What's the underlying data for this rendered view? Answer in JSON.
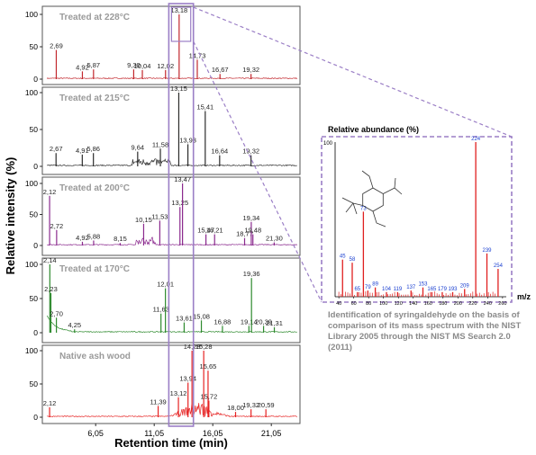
{
  "chart_data": [
    {
      "type": "line",
      "xlabel": "Retention time (min)",
      "ylabel": "Relative intensity (%)",
      "xlim": [
        1.5,
        23.5
      ],
      "x_ticks": [
        "6,05",
        "11,05",
        "16,05",
        "21,05"
      ],
      "x_tick_values": [
        6.05,
        11.05,
        16.05,
        21.05
      ],
      "ylim": [
        0,
        100
      ],
      "y_ticks": [
        "0",
        "50",
        "100"
      ],
      "highlight_window": [
        12.3,
        14.4
      ],
      "panels": [
        {
          "title": "Treated at 228°C",
          "color": "#c2272d",
          "peaks": [
            {
              "x": 2.69,
              "y": 45,
              "label": "2,69"
            },
            {
              "x": 4.92,
              "y": 12,
              "label": "4,92"
            },
            {
              "x": 5.87,
              "y": 15,
              "label": "5,87"
            },
            {
              "x": 9.3,
              "y": 15,
              "label": "9,30"
            },
            {
              "x": 10.04,
              "y": 14,
              "label": "10,04"
            },
            {
              "x": 12.02,
              "y": 14,
              "label": "12,02"
            },
            {
              "x": 13.18,
              "y": 100,
              "label": "13,18"
            },
            {
              "x": 14.73,
              "y": 30,
              "label": "14,73"
            },
            {
              "x": 16.67,
              "y": 8,
              "label": "16,67"
            },
            {
              "x": 19.32,
              "y": 8,
              "label": "19,32"
            }
          ]
        },
        {
          "title": "Treated at 215°C",
          "color": "#2b2b2b",
          "peaks": [
            {
              "x": 2.67,
              "y": 18,
              "label": "2,67"
            },
            {
              "x": 4.91,
              "y": 16,
              "label": "4,91"
            },
            {
              "x": 5.86,
              "y": 18,
              "label": "5,86"
            },
            {
              "x": 9.64,
              "y": 20,
              "label": "9,64"
            },
            {
              "x": 11.58,
              "y": 24,
              "label": "11,58"
            },
            {
              "x": 13.15,
              "y": 100,
              "label": "13,15"
            },
            {
              "x": 13.93,
              "y": 30,
              "label": "13,93"
            },
            {
              "x": 15.41,
              "y": 75,
              "label": "15,41"
            },
            {
              "x": 16.64,
              "y": 15,
              "label": "16,64"
            },
            {
              "x": 19.32,
              "y": 15,
              "label": "19,32"
            }
          ]
        },
        {
          "title": "Treated at 200°C",
          "color": "#8b2a8e",
          "peaks": [
            {
              "x": 2.12,
              "y": 80,
              "label": "2,12"
            },
            {
              "x": 2.72,
              "y": 25,
              "label": "2,72"
            },
            {
              "x": 4.92,
              "y": 6,
              "label": "4,92"
            },
            {
              "x": 5.88,
              "y": 8,
              "label": "5,88"
            },
            {
              "x": 8.15,
              "y": 4,
              "label": "8,15"
            },
            {
              "x": 10.15,
              "y": 35,
              "label": "10,15"
            },
            {
              "x": 11.53,
              "y": 40,
              "label": "11,53"
            },
            {
              "x": 13.25,
              "y": 62,
              "label": "13,25"
            },
            {
              "x": 13.47,
              "y": 100,
              "label": "13,47"
            },
            {
              "x": 15.47,
              "y": 18,
              "label": "15,47"
            },
            {
              "x": 16.21,
              "y": 18,
              "label": "16,21"
            },
            {
              "x": 18.77,
              "y": 12,
              "label": "18,77"
            },
            {
              "x": 19.34,
              "y": 38,
              "label": "19,34"
            },
            {
              "x": 19.48,
              "y": 18,
              "label": "19,48"
            },
            {
              "x": 21.3,
              "y": 5,
              "label": "21,30"
            }
          ]
        },
        {
          "title": "Treated at 170°C",
          "color": "#2e8a2e",
          "peaks": [
            {
              "x": 2.14,
              "y": 100,
              "label": "2,14"
            },
            {
              "x": 2.23,
              "y": 58,
              "label": "2,23"
            },
            {
              "x": 2.7,
              "y": 22,
              "label": "2,70"
            },
            {
              "x": 4.25,
              "y": 5,
              "label": "4,25"
            },
            {
              "x": 11.63,
              "y": 28,
              "label": "11,63"
            },
            {
              "x": 12.01,
              "y": 65,
              "label": "12,01"
            },
            {
              "x": 13.61,
              "y": 15,
              "label": "13,61"
            },
            {
              "x": 15.08,
              "y": 18,
              "label": "15,08"
            },
            {
              "x": 16.88,
              "y": 10,
              "label": "16,88"
            },
            {
              "x": 19.14,
              "y": 10,
              "label": "19,14"
            },
            {
              "x": 19.36,
              "y": 80,
              "label": "19,36"
            },
            {
              "x": 20.39,
              "y": 10,
              "label": "20,39"
            },
            {
              "x": 21.31,
              "y": 8,
              "label": "21,31"
            }
          ]
        },
        {
          "title": "Native ash wood",
          "color": "#e62222",
          "peaks": [
            {
              "x": 2.12,
              "y": 15,
              "label": "2,12"
            },
            {
              "x": 11.39,
              "y": 17,
              "label": "11,39"
            },
            {
              "x": 13.12,
              "y": 30,
              "label": "13,12"
            },
            {
              "x": 13.94,
              "y": 52,
              "label": "13,94"
            },
            {
              "x": 14.28,
              "y": 100,
              "label": "14,28"
            },
            {
              "x": 15.28,
              "y": 100,
              "label": "15,28"
            },
            {
              "x": 15.65,
              "y": 70,
              "label": "15,65"
            },
            {
              "x": 15.72,
              "y": 25,
              "label": "15,72"
            },
            {
              "x": 18.0,
              "y": 8,
              "label": "18,00"
            },
            {
              "x": 19.32,
              "y": 12,
              "label": "19,32"
            },
            {
              "x": 20.59,
              "y": 12,
              "label": "20,59"
            }
          ]
        }
      ]
    },
    {
      "type": "bar",
      "title": "Relative abundance (%)",
      "xlabel": "m/z",
      "xlim": [
        35,
        265
      ],
      "x_ticks": [
        "40",
        "60",
        "80",
        "100",
        "120",
        "140",
        "160",
        "180",
        "200",
        "220",
        "240",
        "260"
      ],
      "x_tick_values": [
        40,
        60,
        80,
        100,
        120,
        140,
        160,
        180,
        200,
        220,
        240,
        260
      ],
      "y_max_label": "100",
      "ylim": [
        0,
        100
      ],
      "label_color": "#1a3fd0",
      "bar_color": "#e02020",
      "peaks": [
        {
          "mz": 45,
          "y": 24,
          "label": "45"
        },
        {
          "mz": 58,
          "y": 22,
          "label": "58"
        },
        {
          "mz": 65,
          "y": 3,
          "label": "65"
        },
        {
          "mz": 73,
          "y": 55,
          "label": "73"
        },
        {
          "mz": 79,
          "y": 4,
          "label": "79"
        },
        {
          "mz": 89,
          "y": 6,
          "label": "89"
        },
        {
          "mz": 104,
          "y": 3,
          "label": "104"
        },
        {
          "mz": 119,
          "y": 3,
          "label": "119"
        },
        {
          "mz": 137,
          "y": 4,
          "label": "137"
        },
        {
          "mz": 153,
          "y": 6,
          "label": "153"
        },
        {
          "mz": 165,
          "y": 3,
          "label": "165"
        },
        {
          "mz": 179,
          "y": 3,
          "label": "179"
        },
        {
          "mz": 193,
          "y": 3,
          "label": "193"
        },
        {
          "mz": 209,
          "y": 5,
          "label": "209"
        },
        {
          "mz": 224,
          "y": 100,
          "label": "224"
        },
        {
          "mz": 239,
          "y": 28,
          "label": "239"
        },
        {
          "mz": 254,
          "y": 18,
          "label": "254"
        }
      ]
    }
  ],
  "caption": "Identification of syringaldehyde on the basis of comparison of its mass spectrum with the NIST Library 2005 through the NIST MS Search 2.0 (2011)",
  "colors": {
    "frame": "#555555",
    "highlight": "#9b7fc6",
    "grid": "#000000"
  }
}
